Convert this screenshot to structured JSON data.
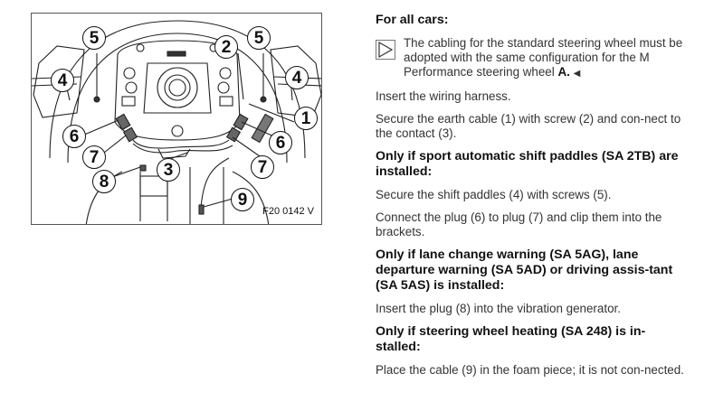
{
  "figure": {
    "code": "F20 0142 V",
    "callouts": [
      "5",
      "2",
      "5",
      "4",
      "4",
      "1",
      "6",
      "6",
      "7",
      "7",
      "3",
      "8",
      "9"
    ]
  },
  "content": {
    "heading_all_cars": "For all cars:",
    "note_text": "The cabling for the standard steering wheel must be adopted with the same configuration for the M Performance steering wheel",
    "note_bold": "A.",
    "note_end_marker": "◀",
    "note_icon": "play-triangle-icon",
    "step_insert_harness": "Insert the wiring harness.",
    "step_earth_cable": "Secure the earth cable (1) with screw (2) and con-nect to the contact (3).",
    "heading_shift_paddles": "Only if sport automatic shift paddles (SA 2TB) are installed:",
    "step_shift_paddles": "Secure the shift paddles (4) with screws (5).",
    "step_connect_plug": "Connect the plug (6) to plug (7) and clip them into the brackets.",
    "heading_lane": "Only if lane change warning (SA 5AG), lane departure warning (SA 5AD) or driving assis-tant (SA 5AS) is installed:",
    "step_vibration": "Insert the plug (8) into the vibration generator.",
    "heading_heating": "Only if steering wheel heating (SA 248) is in-stalled:",
    "step_foam": "Place the cable (9) in the foam piece; it is not con-nected."
  }
}
